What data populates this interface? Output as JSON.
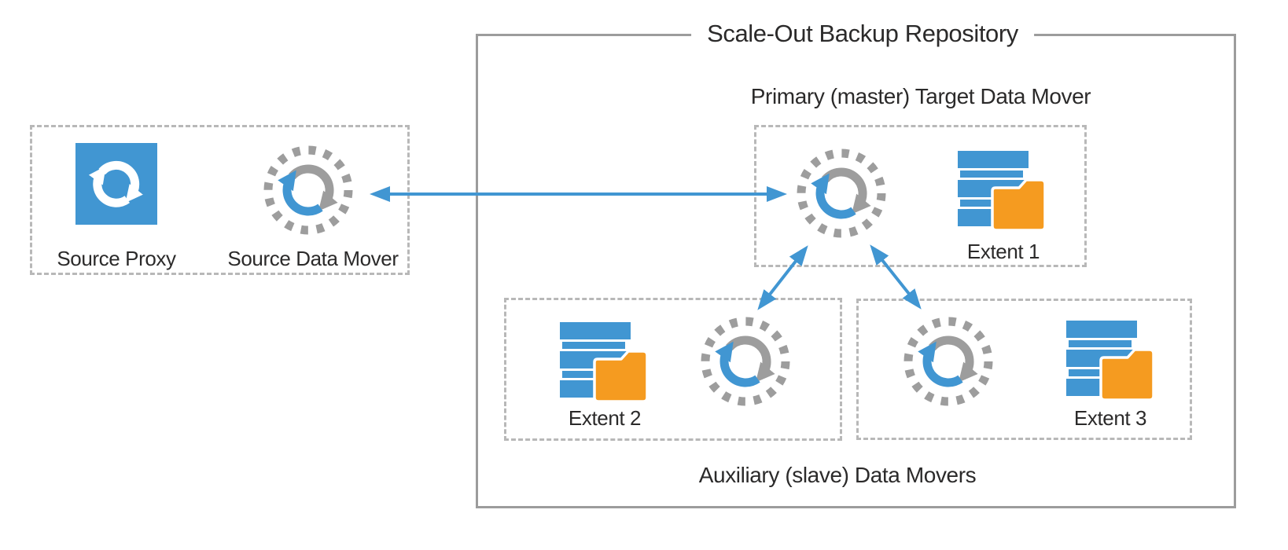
{
  "diagram": {
    "source": {
      "proxy_label": "Source Proxy",
      "data_mover_label": "Source Data Mover"
    },
    "repository": {
      "title": "Scale-Out Backup Repository",
      "primary_label": "Primary (master) Target Data Mover",
      "auxiliary_label": "Auxiliary (slave) Data Movers",
      "extents": [
        {
          "label": "Extent 1"
        },
        {
          "label": "Extent 2"
        },
        {
          "label": "Extent 3"
        }
      ]
    },
    "icons": {
      "source_proxy": "sync-arrows-blue-square-icon",
      "data_mover": "sync-arrows-dashed-ring-icon",
      "extent": "disk-stack-with-folder-icon"
    },
    "colors": {
      "blue": "#4196d2",
      "orange": "#f59b20",
      "gray_arrow": "#9d9d9d",
      "box_border": "#9c9c9c",
      "dashed_border": "#b8b8b8",
      "text": "#2b2a2a"
    }
  }
}
